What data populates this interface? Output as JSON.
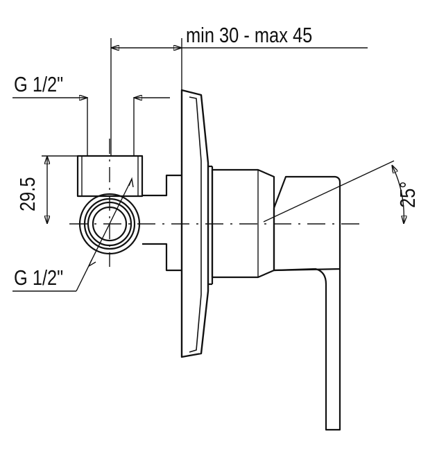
{
  "drawing": {
    "dimensions": {
      "depth_range": "min 30 - max 45",
      "thread_top": "G 1/2\"",
      "thread_bottom": "G 1/2\"",
      "height": "29.5",
      "lever_angle": "25°"
    }
  }
}
